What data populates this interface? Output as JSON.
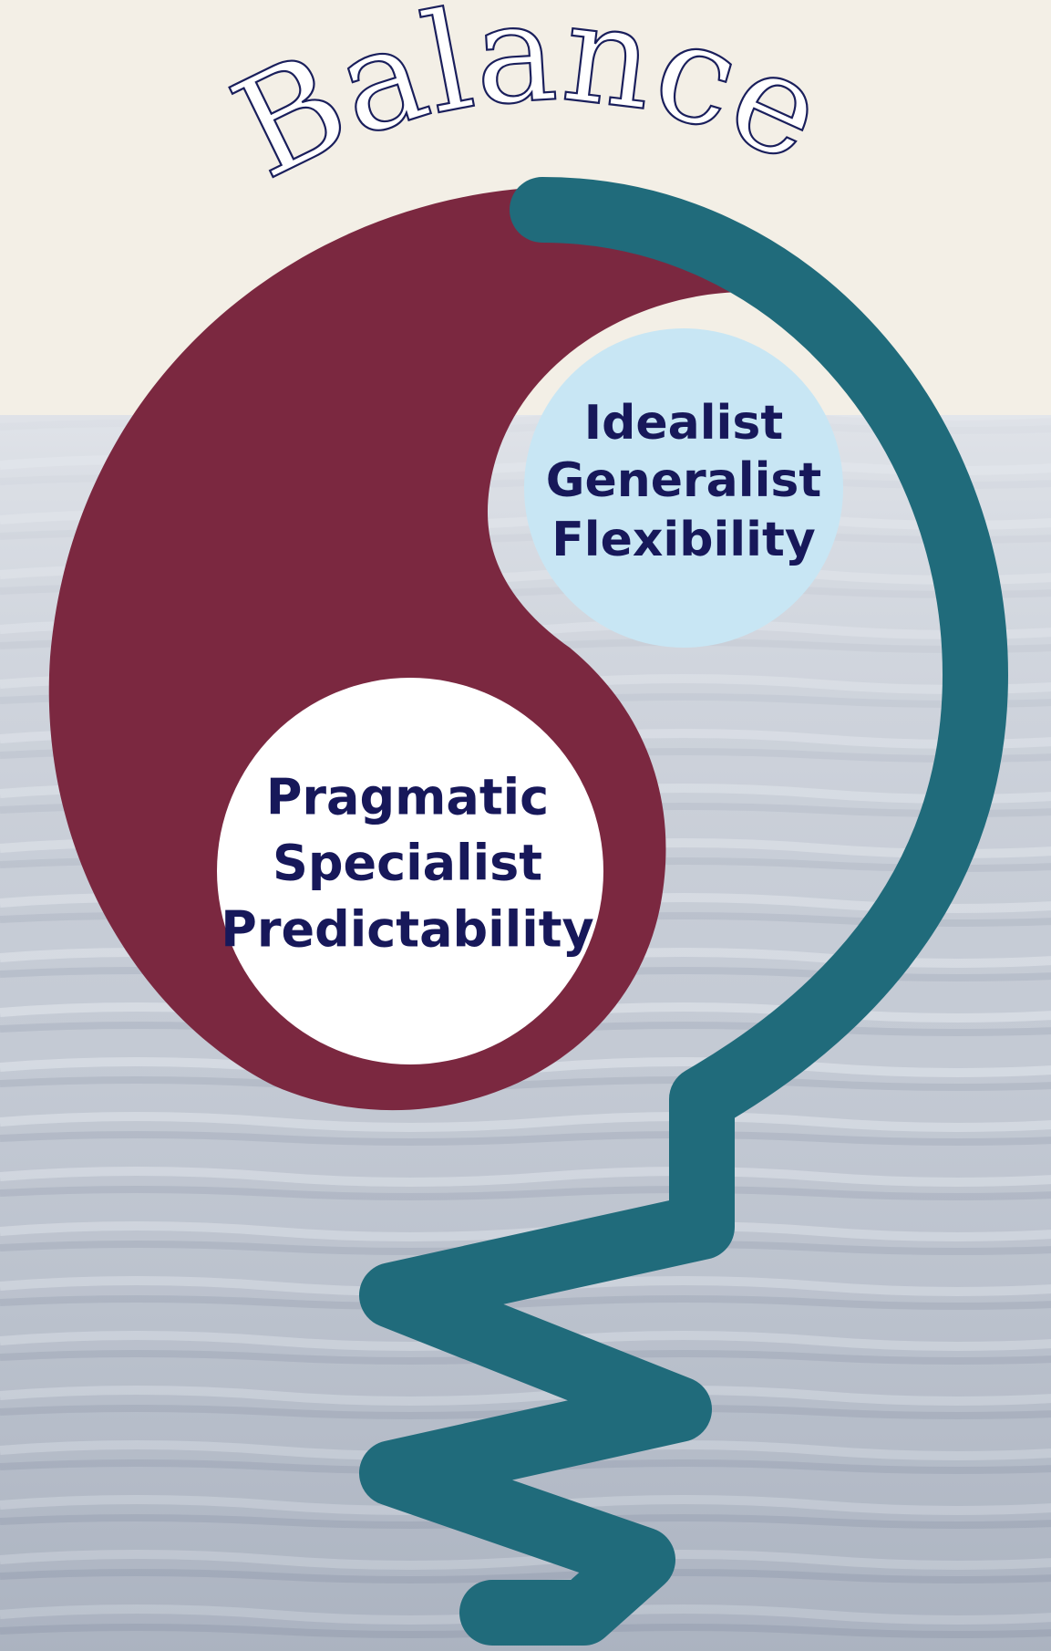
{
  "title": "Balance",
  "top_circle": {
    "lines": [
      "Idealist",
      "Generalist",
      "Flexibility"
    ]
  },
  "bottom_circle": {
    "lines": [
      "Pragmatic",
      "Specialist",
      "Predictability"
    ]
  },
  "colors": {
    "paper": "#f3efe6",
    "water": "#b9c0cc",
    "maroon": "#7b2840",
    "teal": "#206b7b",
    "light_blue": "#c8e6f4",
    "white_circle": "#ffffff",
    "text": "#17185a",
    "title_outline": "#1a1f5c"
  }
}
